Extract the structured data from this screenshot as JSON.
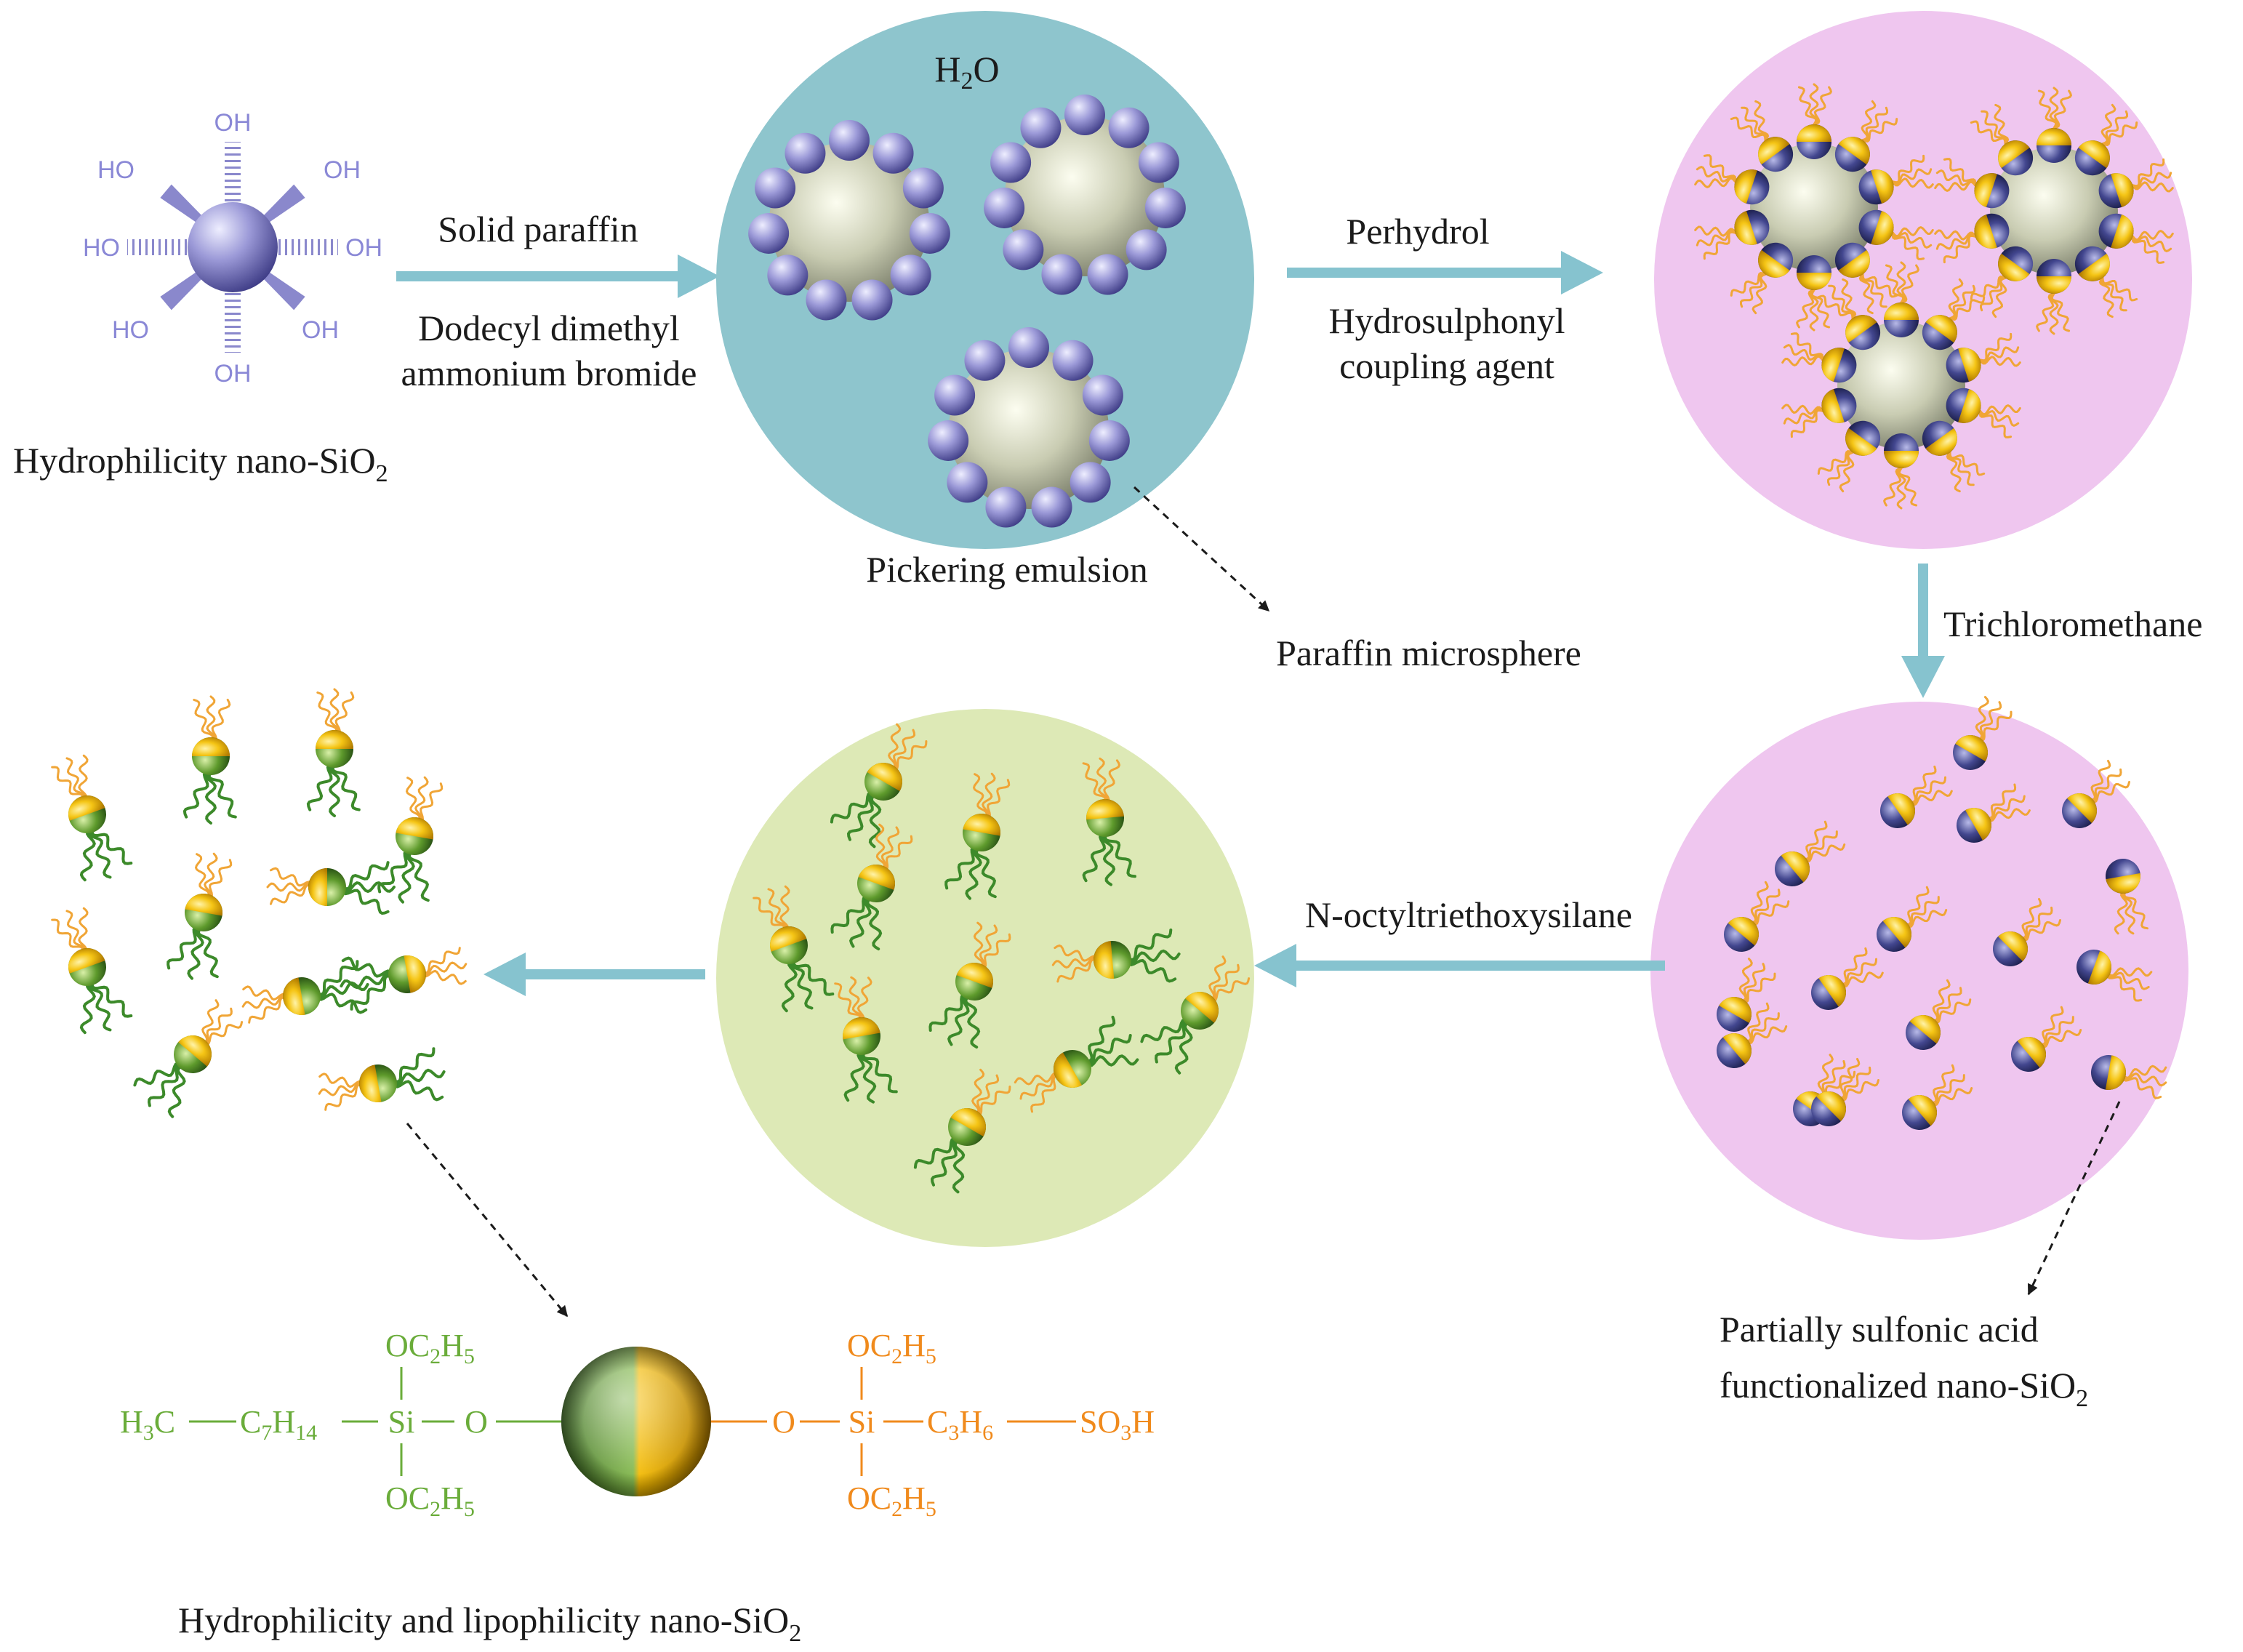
{
  "palette": {
    "arrow": "#86c3cf",
    "water_circle": "#8ec5cd",
    "pink_circle": "#efc6ef",
    "green_circle": "#dde9b6",
    "silica_blue": "#8a88cc",
    "paraffin": "#c8cbb0",
    "yellow_cap": "#f4c21a",
    "green_cap": "#5e9a2c",
    "navy_cap": "#3b3f86",
    "orange_chain": "#f0a536",
    "green_chain": "#3c8a2a",
    "oh_label": "#8a88d6",
    "chem_green": "#6aac3a",
    "chem_orange": "#f08a1c"
  },
  "icons": [
    "silica-nanoparticle-icon",
    "pickering-droplet-icon",
    "functionalized-particle-icon",
    "amphiphilic-particle-icon"
  ],
  "silica": {
    "caption_main": "Hydrophilicity nano-SiO",
    "caption_sub": "2",
    "oh_groups": [
      "OH",
      "HO",
      "OH",
      "HO",
      "OH",
      "HO",
      "OH",
      "OH"
    ]
  },
  "step1": {
    "above": "Solid paraffin",
    "below_line1": "Dodecyl dimethyl",
    "below_line2": "ammonium bromide"
  },
  "emulsion": {
    "water_main": "H",
    "water_sub": "2",
    "water_end": "O",
    "caption": "Pickering emulsion",
    "pointer_label": "Paraffin microsphere"
  },
  "step2": {
    "above": "Perhydrol",
    "below_line1": "Hydrosulphonyl",
    "below_line2": "coupling agent"
  },
  "step3": {
    "label": "Trichloromethane"
  },
  "sulfonic": {
    "caption_line1": "Partially sulfonic acid",
    "caption_line2_main": "functionalized nano-SiO",
    "caption_line2_sub": "2"
  },
  "step4": {
    "label": "N-octyltriethoxysilane"
  },
  "final": {
    "caption_main": "Hydrophilicity and lipophilicity nano-SiO",
    "caption_sub": "2"
  },
  "structure": {
    "left": {
      "h3c": [
        "H",
        "3",
        "C"
      ],
      "c7h14": [
        "C",
        "7",
        "H",
        "14"
      ],
      "si": "Si",
      "o": "O",
      "oc2h5": [
        "OC",
        "2",
        "H",
        "5"
      ]
    },
    "right": {
      "o": "O",
      "si": "Si",
      "c3h6": [
        "C",
        "3",
        "H",
        "6"
      ],
      "so3h": [
        "SO",
        "3",
        "H"
      ],
      "oc2h5": [
        "OC",
        "2",
        "H",
        "5"
      ]
    }
  }
}
